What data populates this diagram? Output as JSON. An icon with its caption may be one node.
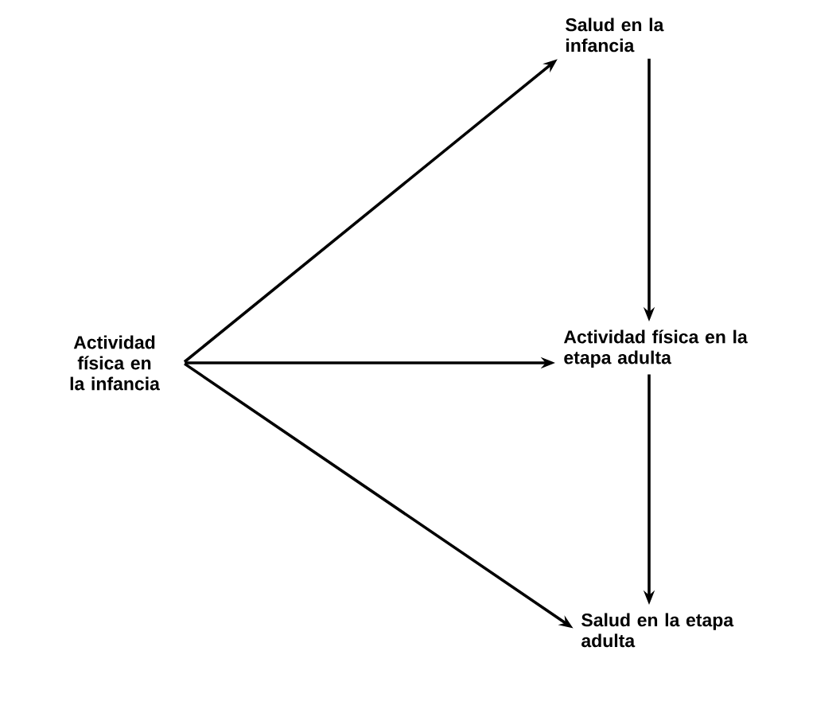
{
  "diagram": {
    "nodes": [
      {
        "text": [
          "Actividad física en la infancia"
        ]
      },
      {
        "text": [
          "Salud en la infancia"
        ]
      },
      {
        "text": [
          "Actividad física en la etapa adulta"
        ]
      },
      {
        "text": [
          "Salud en la etapa adulta"
        ]
      }
    ],
    "edges": [
      {
        "from": 0,
        "to": 1,
        "arrow": "to"
      },
      {
        "from": 0,
        "to": 2,
        "arrow": "to"
      },
      {
        "from": 0,
        "to": 3,
        "arrow": "to"
      },
      {
        "from": 1,
        "to": 2,
        "arrow": "to"
      },
      {
        "from": 2,
        "to": 3,
        "arrow": "to"
      }
    ]
  }
}
